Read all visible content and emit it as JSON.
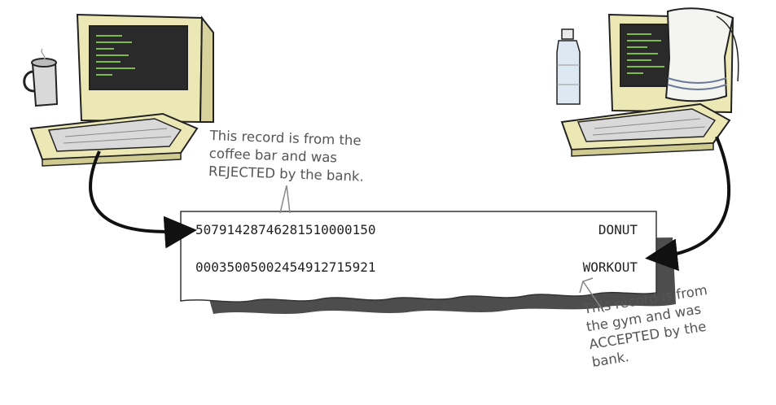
{
  "records": [
    {
      "number": "507914287462815100001​50",
      "label": "DONUT"
    },
    {
      "number": "00035005002454912715921",
      "label": "WORKOUT"
    }
  ],
  "notes": {
    "left": [
      "This record is from the",
      "coffee bar and was",
      "REJECTED by the bank."
    ],
    "right": [
      "This record is from",
      "the gym and was",
      "ACCEPTED by the",
      "bank."
    ]
  },
  "colors": {
    "screen": "#2a2a2a",
    "screen_text": "#7dbb4a",
    "computer_body": "#ece8b6",
    "outline": "#222222"
  },
  "icons": [
    "coffee-mug-icon",
    "water-bottle-icon",
    "towel-icon",
    "computer-icon"
  ]
}
